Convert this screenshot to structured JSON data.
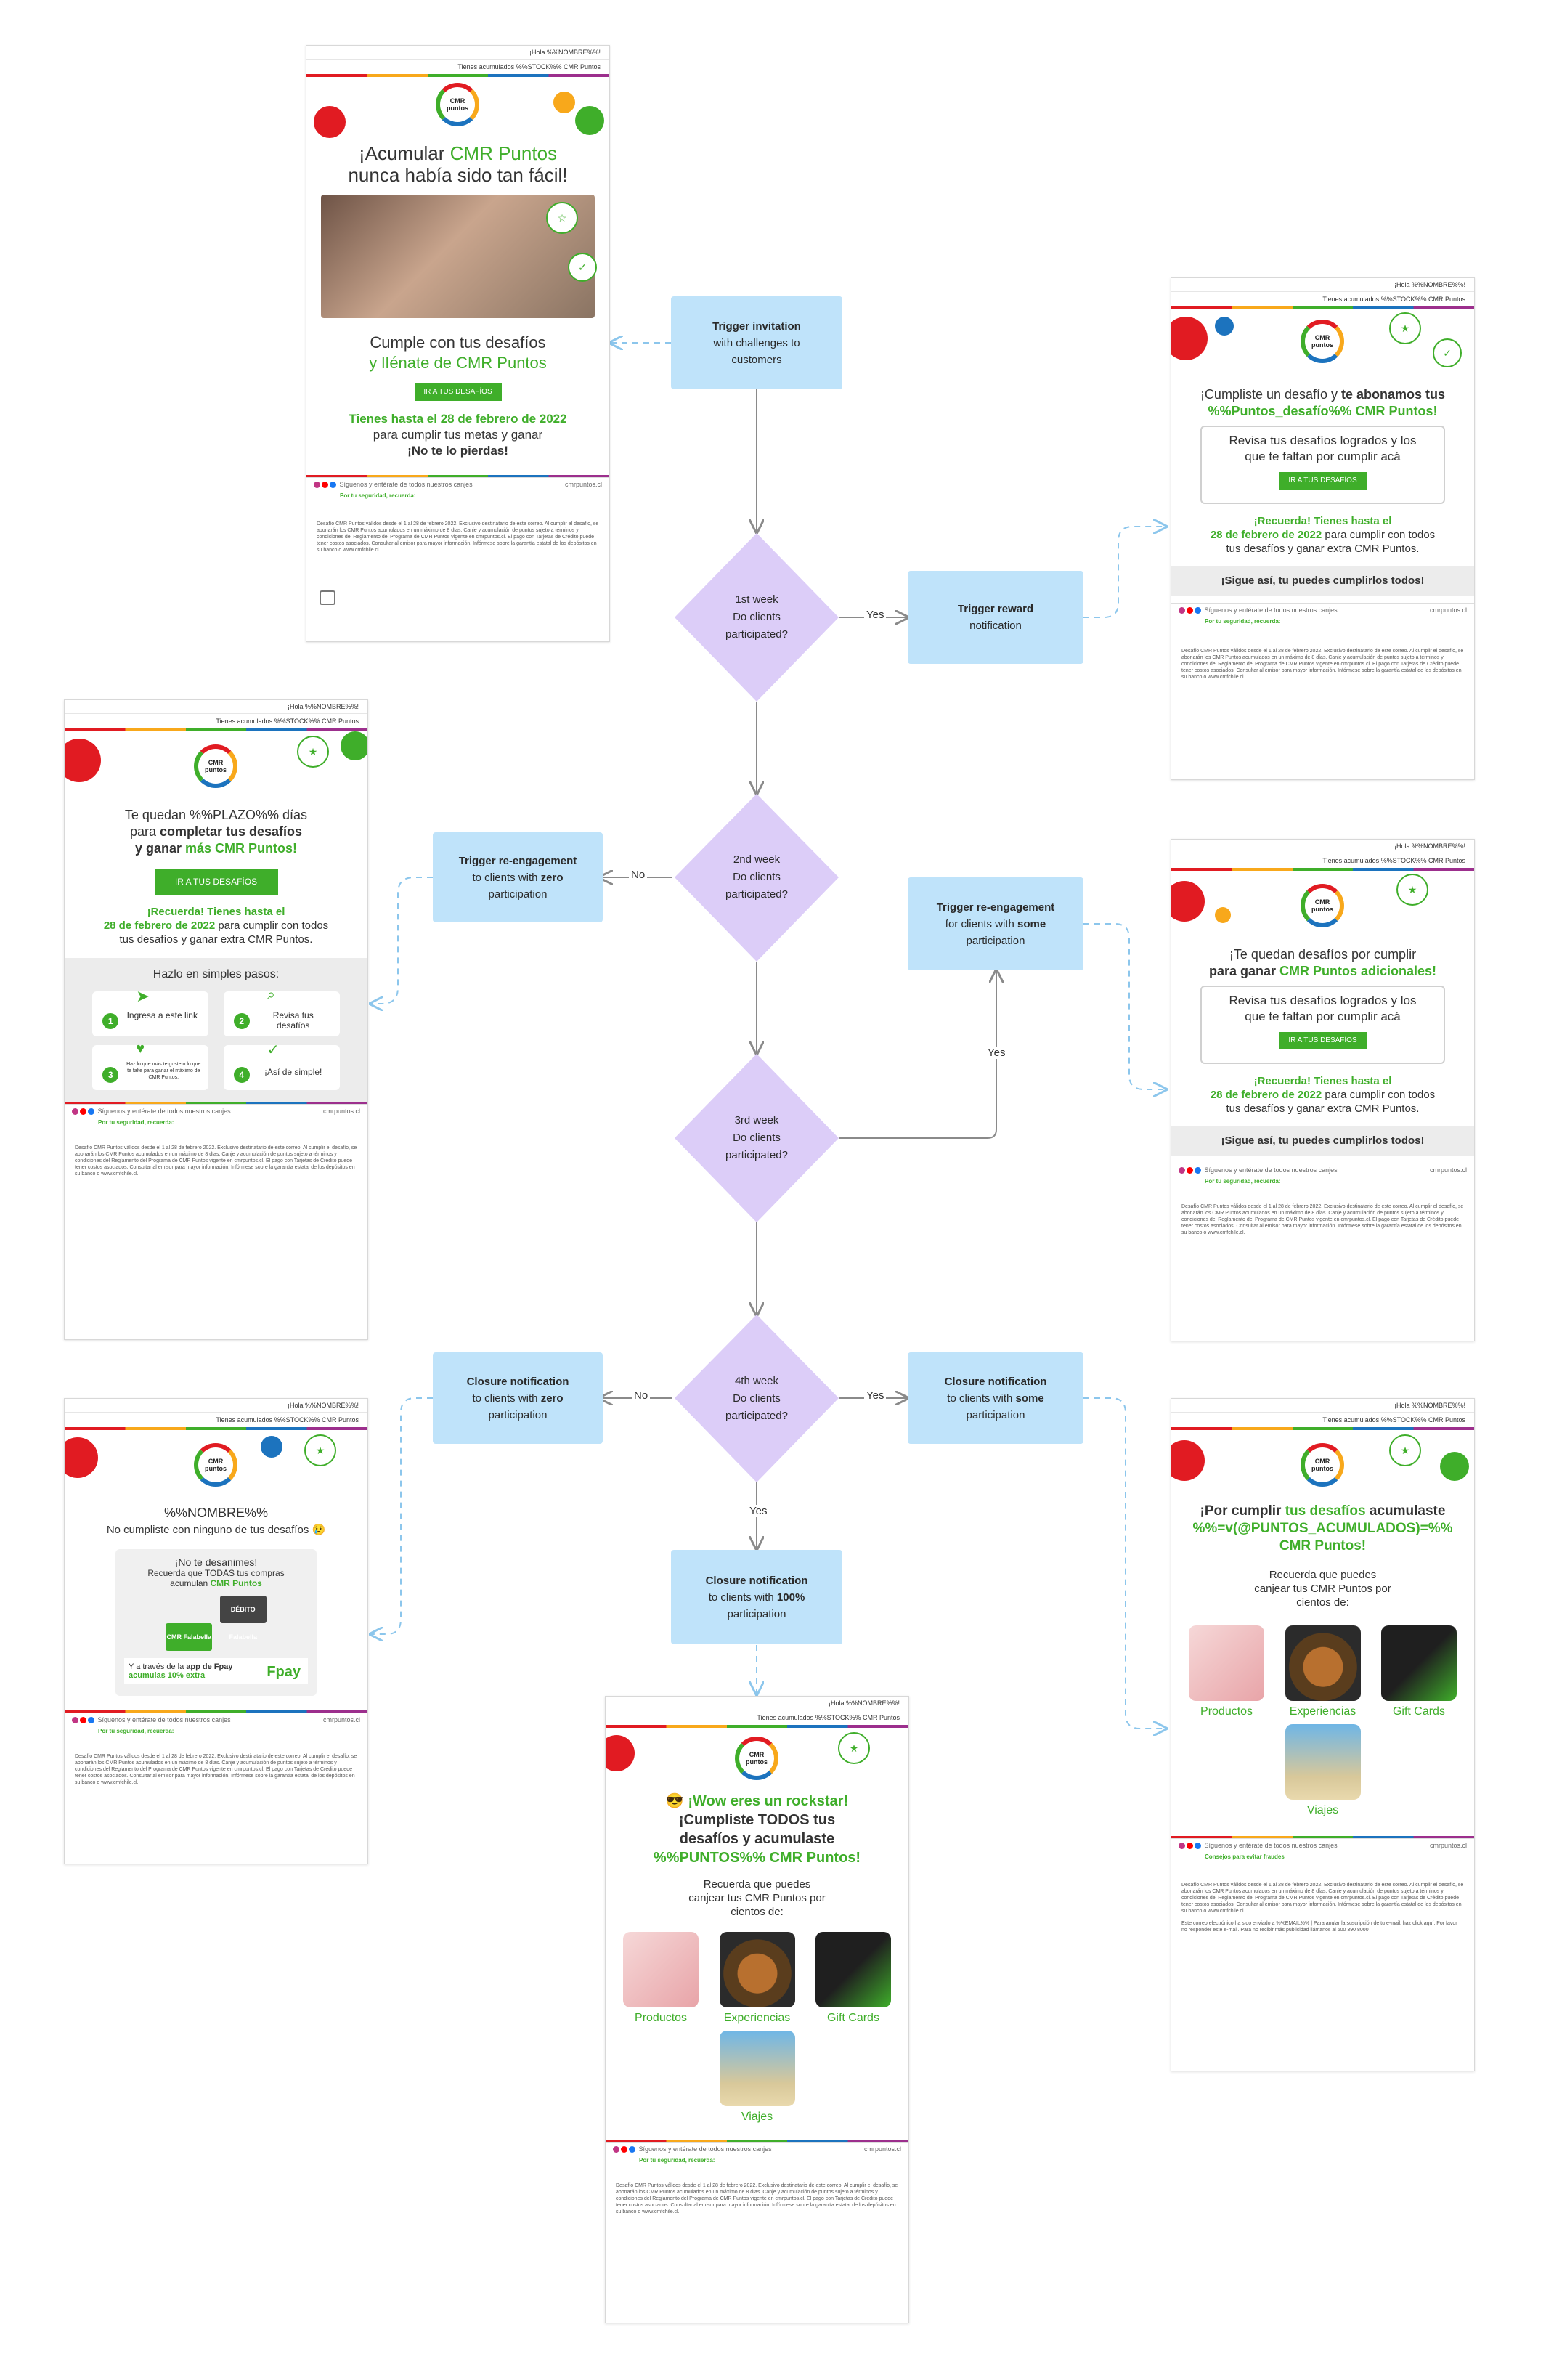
{
  "flow": {
    "trigger_invitation": {
      "title": "Trigger invitation",
      "line2": "with challenges to",
      "line3": "customers"
    },
    "week1": {
      "line1": "1st week",
      "line2": "Do clients",
      "line3": "participated?"
    },
    "trigger_reward": {
      "title": "Trigger reward",
      "line2": "notification"
    },
    "week2": {
      "line1": "2nd week",
      "line2": "Do clients",
      "line3": "participated?"
    },
    "reeng_zero": {
      "title": "Trigger re-engagement",
      "line2a": "to clients with ",
      "line2b": "zero",
      "line3": "participation"
    },
    "reeng_some": {
      "title": "Trigger re-engagement",
      "line2a": "for clients with ",
      "line2b": "some",
      "line3": "participation"
    },
    "week3": {
      "line1": "3rd week",
      "line2": "Do clients",
      "line3": "participated?"
    },
    "week4": {
      "line1": "4th week",
      "line2": "Do clients",
      "line3": "participated?"
    },
    "close_zero": {
      "title": "Closure notification",
      "line2a": "to clients with ",
      "line2b": "zero",
      "line3": "participation"
    },
    "close_some": {
      "title": "Closure notification",
      "line2a": "to clients with ",
      "line2b": "some",
      "line3": "participation"
    },
    "close_full": {
      "title": "Closure notification",
      "line2a": "to clients with ",
      "line2b": "100%",
      "line3": "participation"
    },
    "labels": {
      "yes": "Yes",
      "no": "No"
    }
  },
  "common": {
    "greeting": "¡Hola %%NOMBRE%%!",
    "points": "Tienes acumulados %%STOCK%% CMR Puntos",
    "logo": "CMR puntos",
    "social": "Síguenos y entérate de todos nuestros canjes",
    "site": "cmrpuntos.cl",
    "security": "Por tu seguridad, recuerda:",
    "tips": "Consejos para evitar fraudes",
    "legal": "Desafío CMR Puntos válidos desde el 1 al 28 de febrero 2022. Exclusivo destinatario de este correo. Al cumplir el desafío, se abonarán los CMR Puntos acumulados en un máximo de 8 días. Canje y acumulación de puntos sujeto a términos y condiciones del Reglamento del Programa de CMR Puntos vigente en cmrpuntos.cl. El pago con Tarjetas de Crédito puede tener costos asociados. Consultar al emisor para mayor información. Infórmese sobre la garantía estatal de los depósitos en su banco o www.cmfchile.cl.",
    "legal_b": "Este correo electrónico ha sido enviado a %%EMAIL%% | Para anular la suscripción de tu e-mail, haz click aquí. Por favor no responder este e-mail. Para no recibir más publicidad llámanos al 600 390 8000"
  },
  "email_invite": {
    "title_a": "¡Acumular ",
    "title_b": "CMR Puntos",
    "title_c": "nunca había sido tan fácil!",
    "sub_a": "Cumple con tus desafíos",
    "sub_b": "y lIénate de CMR Puntos",
    "button": "IR A TUS DESAFÍOS",
    "deadline": "Tienes hasta el 28 de febrero de 2022",
    "body": "para cumplir tus metas y ganar",
    "close": "¡No te lo pierdas!"
  },
  "email_reward": {
    "title_a": "¡Cumpliste un desafío y ",
    "title_b": "te abonamos tus",
    "title_c": "%%Puntos_desafío%% CMR Puntos!",
    "box": "Revisa tus desafíos logrados y los que te faltan por cumplir acá",
    "button": "IR A TUS DESAFÍOS",
    "remind_a": "¡Recuerda! Tienes hasta el",
    "remind_b": "28 de febrero de 2022",
    "remind_c": " para cumplir con todos tus desafíos y ganar extra CMR Puntos.",
    "grey": "¡Sigue así, tu puedes cumplirlos todos!"
  },
  "email_reeng_zero": {
    "title_a": "Te quedan %%PLAZO%% días",
    "title_b": "para ",
    "title_c": "completar tus desafíos",
    "title_d": "y ganar ",
    "title_e": "más CMR Puntos!",
    "button": "IR A TUS DESAFÍOS",
    "remind_a": "¡Recuerda! Tienes hasta el",
    "remind_b": "28 de febrero de 2022",
    "remind_c": " para cumplir con todos tus desafíos y ganar extra CMR Puntos.",
    "steps_title": "Hazlo en simples pasos:",
    "step1": "Ingresa a este link",
    "step2": "Revisa tus desafíos",
    "step3": "Haz lo que más te guste o lo que te falte para ganar el máximo de CMR Puntos.",
    "step4": "¡Así de simple!"
  },
  "email_reeng_some": {
    "title_a": "¡Te quedan desafíos por cumplir",
    "title_b": "para ganar ",
    "title_c": "CMR Puntos adicionales!",
    "box": "Revisa tus desafíos logrados y los que te faltan por cumplir acá",
    "button": "IR A TUS DESAFÍOS",
    "remind_a": "¡Recuerda! Tienes hasta el",
    "remind_b": "28 de febrero de 2022",
    "remind_c": " para cumplir con todos tus desafíos y ganar extra CMR Puntos.",
    "grey": "¡Sigue así, tu puedes cumplirlos todos!"
  },
  "email_close_zero": {
    "name": "%%NOMBRE%%",
    "sub": "No cumpliste con ninguno de tus desafíos 😢",
    "box_title": "¡No te desanimes!",
    "box_body_a": "Recuerda que TODAS tus compras",
    "box_body_b": "acumulan ",
    "box_body_c": "CMR Puntos",
    "card1": "CMR Falabella",
    "card2": "DÉBITO Falabella",
    "fpay_a": "Y a través de la ",
    "fpay_b": "app de Fpay",
    "fpay_c": "acumulas 10% extra",
    "fpay_logo": "Fpay"
  },
  "email_close_some": {
    "title_a": "¡Por cumplir ",
    "title_b": "tus desafíos",
    "title_c": " acumulaste",
    "title_d": "%%=v(@PUNTOS_ACUMULADOS)=%%",
    "title_e": "CMR Puntos!",
    "body": "Recuerda que puedes canjear tus CMR Puntos por cientos de:",
    "tiles": [
      "Productos",
      "Experiencias",
      "Gift Cards",
      "Viajes"
    ]
  },
  "email_close_full": {
    "title_a": "😎 ¡Wow eres un rockstar!",
    "title_b": "¡Cumpliste TODOS tus",
    "title_c": "desafíos y acumulaste",
    "title_d": "%%PUNTOS%% CMR Puntos!",
    "body": "Recuerda que puedes canjear tus CMR Puntos por cientos de:",
    "tiles": [
      "Productos",
      "Experiencias",
      "Gift Cards",
      "Viajes"
    ]
  }
}
